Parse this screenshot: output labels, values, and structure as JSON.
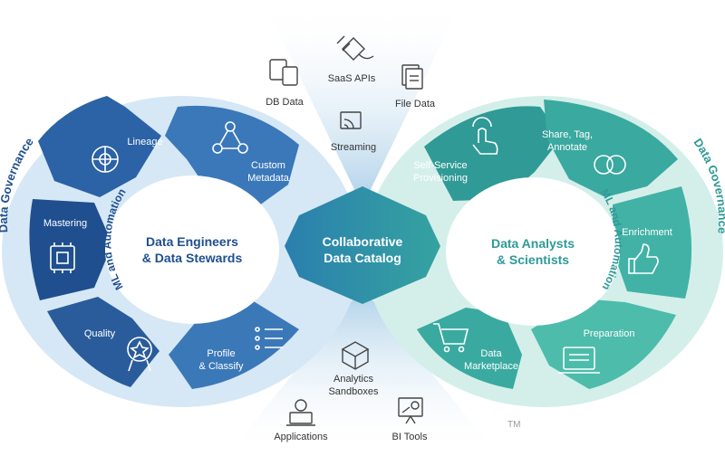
{
  "center": {
    "line1": "Collaborative",
    "line2": "Data Catalog"
  },
  "left_hub": {
    "line1": "Data Engineers",
    "line2": "& Data Stewards"
  },
  "right_hub": {
    "line1": "Data Analysts",
    "line2": "& Scientists"
  },
  "left_ring": {
    "outer_label": "Data Governance",
    "inner_label": "ML and Automation",
    "segments": {
      "lineage": "Lineage",
      "custom_meta_1": "Custom",
      "custom_meta_2": "Metadata",
      "mastering": "Mastering",
      "quality": "Quality",
      "profile_1": "Profile",
      "profile_2": "& Classify"
    }
  },
  "right_ring": {
    "outer_label": "Data Governance",
    "inner_label": "ML and Automation",
    "segments": {
      "selfservice_1": "Self-Service",
      "selfservice_2": "Provisioning",
      "share_1": "Share, Tag,",
      "share_2": "Annotate",
      "enrichment": "Enrichment",
      "preparation": "Preparation",
      "marketplace_1": "Data",
      "marketplace_2": "Marketplace"
    }
  },
  "sources_top": {
    "db_data": "DB Data",
    "saas_apis": "SaaS APIs",
    "file_data": "File Data",
    "streaming": "Streaming"
  },
  "consumers_bottom": {
    "sandboxes_1": "Analytics",
    "sandboxes_2": "Sandboxes",
    "applications": "Applications",
    "bi_tools": "BI Tools"
  },
  "trademark": "TM",
  "colors": {
    "left_dark": "#1f4f8f",
    "left_mid": "#2f68a8",
    "left_light": "#4f93c9",
    "right_dark": "#2f9a96",
    "right_mid": "#3fb0a6",
    "right_light": "#5ec4b4",
    "center": "#2d8fa8",
    "ring_left_bg": "#d6e8f5",
    "ring_right_bg": "#d4efea"
  }
}
